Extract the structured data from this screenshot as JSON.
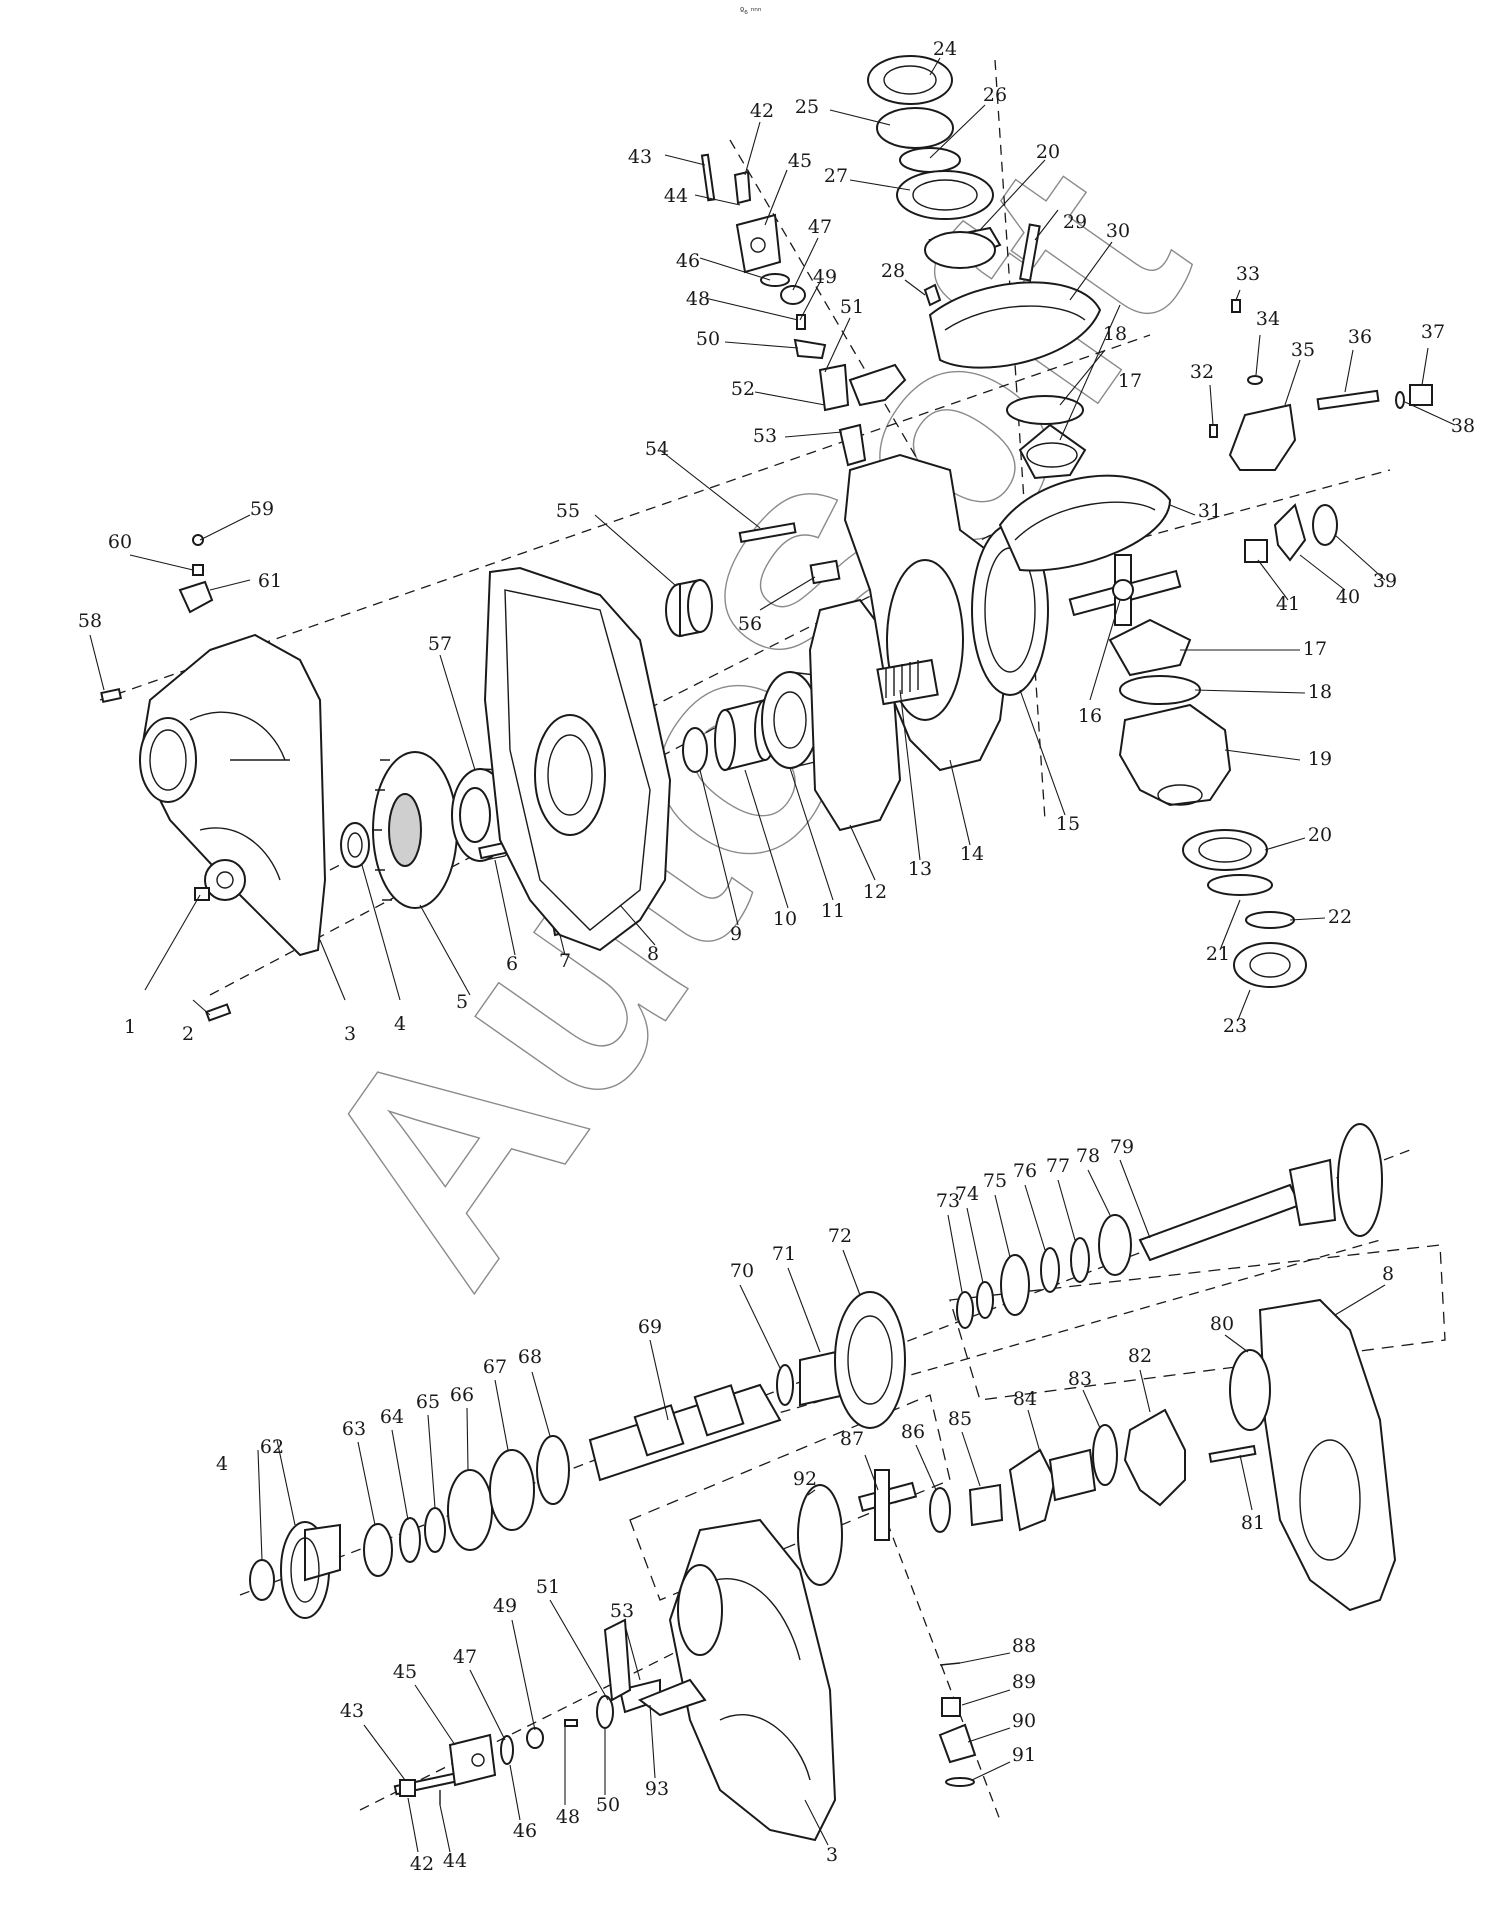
{
  "top_mark": "º₆ ⁿⁿⁿ",
  "watermark": "AutoSoft",
  "callouts": [
    {
      "n": "1"
    },
    {
      "n": "2"
    },
    {
      "n": "3"
    },
    {
      "n": "4"
    },
    {
      "n": "5"
    },
    {
      "n": "6"
    },
    {
      "n": "7"
    },
    {
      "n": "8"
    },
    {
      "n": "9"
    },
    {
      "n": "10"
    },
    {
      "n": "11"
    },
    {
      "n": "12"
    },
    {
      "n": "13"
    },
    {
      "n": "14"
    },
    {
      "n": "15"
    },
    {
      "n": "16"
    },
    {
      "n": "17"
    },
    {
      "n": "17"
    },
    {
      "n": "18"
    },
    {
      "n": "18"
    },
    {
      "n": "19"
    },
    {
      "n": "20"
    },
    {
      "n": "20"
    },
    {
      "n": "21"
    },
    {
      "n": "22"
    },
    {
      "n": "23"
    },
    {
      "n": "24"
    },
    {
      "n": "25"
    },
    {
      "n": "26"
    },
    {
      "n": "27"
    },
    {
      "n": "28"
    },
    {
      "n": "29"
    },
    {
      "n": "30"
    },
    {
      "n": "31"
    },
    {
      "n": "32"
    },
    {
      "n": "33"
    },
    {
      "n": "34"
    },
    {
      "n": "35"
    },
    {
      "n": "36"
    },
    {
      "n": "37"
    },
    {
      "n": "38"
    },
    {
      "n": "39"
    },
    {
      "n": "40"
    },
    {
      "n": "41"
    },
    {
      "n": "42"
    },
    {
      "n": "43"
    },
    {
      "n": "44"
    },
    {
      "n": "45"
    },
    {
      "n": "46"
    },
    {
      "n": "47"
    },
    {
      "n": "48"
    },
    {
      "n": "49"
    },
    {
      "n": "50"
    },
    {
      "n": "51"
    },
    {
      "n": "52"
    },
    {
      "n": "53"
    },
    {
      "n": "54"
    },
    {
      "n": "55"
    },
    {
      "n": "56"
    },
    {
      "n": "57"
    },
    {
      "n": "58"
    },
    {
      "n": "59"
    },
    {
      "n": "60"
    },
    {
      "n": "61"
    },
    {
      "n": "4"
    },
    {
      "n": "62"
    },
    {
      "n": "63"
    },
    {
      "n": "64"
    },
    {
      "n": "65"
    },
    {
      "n": "66"
    },
    {
      "n": "67"
    },
    {
      "n": "68"
    },
    {
      "n": "69"
    },
    {
      "n": "70"
    },
    {
      "n": "71"
    },
    {
      "n": "72"
    },
    {
      "n": "73"
    },
    {
      "n": "74"
    },
    {
      "n": "75"
    },
    {
      "n": "76"
    },
    {
      "n": "77"
    },
    {
      "n": "78"
    },
    {
      "n": "79"
    },
    {
      "n": "8"
    },
    {
      "n": "80"
    },
    {
      "n": "81"
    },
    {
      "n": "82"
    },
    {
      "n": "83"
    },
    {
      "n": "84"
    },
    {
      "n": "85"
    },
    {
      "n": "86"
    },
    {
      "n": "87"
    },
    {
      "n": "88"
    },
    {
      "n": "89"
    },
    {
      "n": "90"
    },
    {
      "n": "91"
    },
    {
      "n": "92"
    },
    {
      "n": "53"
    },
    {
      "n": "51"
    },
    {
      "n": "49"
    },
    {
      "n": "47"
    },
    {
      "n": "45"
    },
    {
      "n": "43"
    },
    {
      "n": "42"
    },
    {
      "n": "44"
    },
    {
      "n": "46"
    },
    {
      "n": "48"
    },
    {
      "n": "50"
    },
    {
      "n": "93"
    },
    {
      "n": "3"
    }
  ]
}
